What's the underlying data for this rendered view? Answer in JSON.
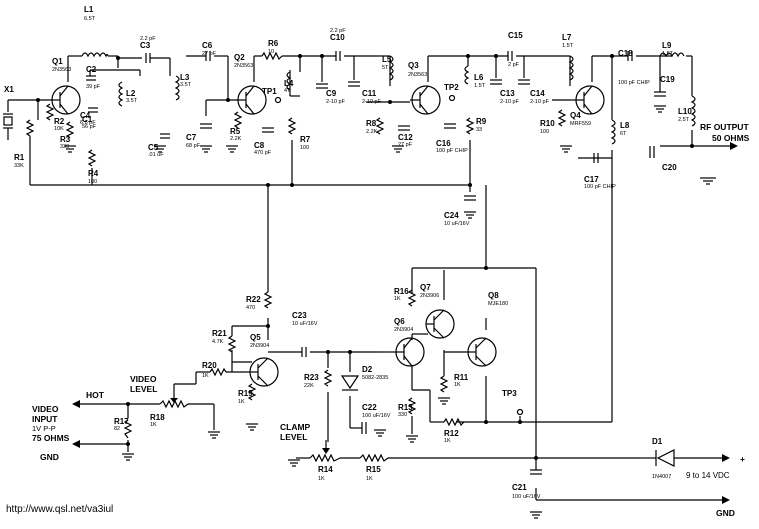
{
  "components": [
    {
      "id": "L1",
      "ref": "L1",
      "value": "6.5T"
    },
    {
      "id": "Q1",
      "ref": "Q1",
      "value": "2N3563"
    },
    {
      "id": "C2",
      "ref": "C2",
      "value": "39 pF"
    },
    {
      "id": "C3",
      "ref": "C3",
      "value": "2.2 pF"
    },
    {
      "id": "C4",
      "ref": "C4",
      "value": "6.8 pF"
    },
    {
      "id": "L2",
      "ref": "L2",
      "value": "3.5T"
    },
    {
      "id": "L3",
      "ref": "L3",
      "value": "3.5T"
    },
    {
      "id": "C6",
      "ref": "C6",
      "value": "27 pF"
    },
    {
      "id": "Q2",
      "ref": "Q2",
      "value": "2N3563"
    },
    {
      "id": "R6",
      "ref": "R6",
      "value": "10"
    },
    {
      "id": "C10",
      "ref": "C10",
      "value": "2.2 pF"
    },
    {
      "id": "L5",
      "ref": "L5",
      "value": "5T"
    },
    {
      "id": "Q3",
      "ref": "Q3",
      "value": "2N3563"
    },
    {
      "id": "C15",
      "ref": "C15",
      "value": "2 pF"
    },
    {
      "id": "L7",
      "ref": "L7",
      "value": "1.5T"
    },
    {
      "id": "C18",
      "ref": "C18",
      "value": "100 pF CHIP"
    },
    {
      "id": "L9",
      "ref": "L9",
      "value": "1.5T"
    },
    {
      "id": "C19",
      "ref": "C19",
      "value": ""
    },
    {
      "id": "L10",
      "ref": "L10",
      "value": "2.5T"
    },
    {
      "id": "C20",
      "ref": "C20",
      "value": ""
    },
    {
      "id": "X1",
      "ref": "X1",
      "value": ""
    },
    {
      "id": "R1",
      "ref": "R1",
      "value": "33K"
    },
    {
      "id": "R2",
      "ref": "R2",
      "value": "10K"
    },
    {
      "id": "R3",
      "ref": "R3",
      "value": "330"
    },
    {
      "id": "C1",
      "ref": "C1",
      "value": "56 pF"
    },
    {
      "id": "R4",
      "ref": "R4",
      "value": "100"
    },
    {
      "id": "C5",
      "ref": "C5",
      "value": ".01 uF"
    },
    {
      "id": "C7",
      "ref": "C7",
      "value": "68 pF"
    },
    {
      "id": "R5",
      "ref": "R5",
      "value": "2.2K"
    },
    {
      "id": "TP1",
      "ref": "TP1",
      "value": ""
    },
    {
      "id": "L4",
      "ref": "L4",
      "value": "4T"
    },
    {
      "id": "C8",
      "ref": "C8",
      "value": "470 pF"
    },
    {
      "id": "R7",
      "ref": "R7",
      "value": "100"
    },
    {
      "id": "C9",
      "ref": "C9",
      "value": "2-10 pF"
    },
    {
      "id": "C11",
      "ref": "C11",
      "value": "2-10 pF"
    },
    {
      "id": "R8",
      "ref": "R8",
      "value": "2.2K"
    },
    {
      "id": "C12",
      "ref": "C12",
      "value": "27 pF"
    },
    {
      "id": "TP2",
      "ref": "TP2",
      "value": ""
    },
    {
      "id": "L6",
      "ref": "L6",
      "value": "1.5T"
    },
    {
      "id": "C13",
      "ref": "C13",
      "value": "2-10 pF"
    },
    {
      "id": "C14",
      "ref": "C14",
      "value": "2-10 pF"
    },
    {
      "id": "R9",
      "ref": "R9",
      "value": "33"
    },
    {
      "id": "C16",
      "ref": "C16",
      "value": "100 pF CHIP"
    },
    {
      "id": "Q4",
      "ref": "Q4",
      "value": "MRF559"
    },
    {
      "id": "R10",
      "ref": "R10",
      "value": "100"
    },
    {
      "id": "L8",
      "ref": "L8",
      "value": "6T"
    },
    {
      "id": "C17",
      "ref": "C17",
      "value": "100 pF CHIP"
    },
    {
      "id": "C24",
      "ref": "C24",
      "value": "10 uF/16V"
    },
    {
      "id": "R22",
      "ref": "R22",
      "value": "470"
    },
    {
      "id": "C23",
      "ref": "C23",
      "value": "10 uF/16V"
    },
    {
      "id": "R21",
      "ref": "R21",
      "value": "4.7K"
    },
    {
      "id": "Q5",
      "ref": "Q5",
      "value": "2N3904"
    },
    {
      "id": "R20",
      "ref": "R20",
      "value": "1K"
    },
    {
      "id": "R19",
      "ref": "R19",
      "value": "1K"
    },
    {
      "id": "R23",
      "ref": "R23",
      "value": "22K"
    },
    {
      "id": "D2",
      "ref": "D2",
      "value": "5082-2835"
    },
    {
      "id": "C22",
      "ref": "C22",
      "value": "100 uF/16V"
    },
    {
      "id": "R16",
      "ref": "R16",
      "value": "1K"
    },
    {
      "id": "Q7",
      "ref": "Q7",
      "value": "2N3906"
    },
    {
      "id": "Q6",
      "ref": "Q6",
      "value": "2N3904"
    },
    {
      "id": "Q8",
      "ref": "Q8",
      "value": "MJE180"
    },
    {
      "id": "R11",
      "ref": "R11",
      "value": "1K"
    },
    {
      "id": "R13",
      "ref": "R13",
      "value": "330"
    },
    {
      "id": "R12",
      "ref": "R12",
      "value": "1K"
    },
    {
      "id": "TP3",
      "ref": "TP3",
      "value": ""
    },
    {
      "id": "R18",
      "ref": "R18",
      "value": "1K"
    },
    {
      "id": "R17",
      "ref": "R17",
      "value": "82"
    },
    {
      "id": "R14",
      "ref": "R14",
      "value": "1K"
    },
    {
      "id": "R15",
      "ref": "R15",
      "value": "1K"
    },
    {
      "id": "C21",
      "ref": "C21",
      "value": "100 uF/16V"
    },
    {
      "id": "D1",
      "ref": "D1",
      "value": "1N4007"
    }
  ],
  "labels": {
    "rf_output_1": "RF OUTPUT",
    "rf_output_2": "50 OHMS",
    "video_level_1": "VIDEO",
    "video_level_2": "LEVEL",
    "video_input_1": "VIDEO",
    "video_input_2": "INPUT",
    "video_input_3": "1V P-P",
    "video_input_4": "75 OHMS",
    "hot": "HOT",
    "gnd_left": "GND",
    "clamp_1": "CLAMP",
    "clamp_2": "LEVEL",
    "supply": "9 to 14 VDC",
    "gnd_right": "GND",
    "plus": "+",
    "url": "http://www.qsl.net/va3iul"
  }
}
